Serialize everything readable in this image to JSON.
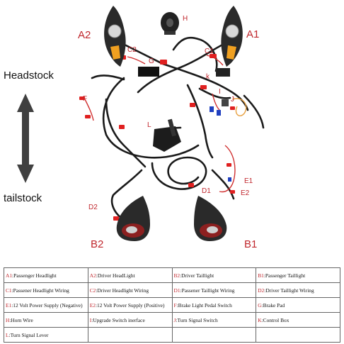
{
  "side_labels": {
    "top": "Headstock",
    "bottom": "tailstock"
  },
  "labels": {
    "A2": "A2",
    "A1": "A1",
    "H": "H",
    "C2": "C2",
    "C1": "C1",
    "G": "G",
    "F": "F",
    "k": "k",
    "I": "I",
    "J": "J",
    "L": "L",
    "E1": "E1",
    "E2": "E2",
    "D1": "D1",
    "D2": "D2",
    "B2": "B2",
    "B1": "B1"
  },
  "legend": [
    [
      {
        "code": "A1",
        "text": ":Passenger Headlight"
      },
      {
        "code": "A2",
        "text": ":Driver HeadLight"
      },
      {
        "code": "B2",
        "text": ":Driver Taillight"
      },
      {
        "code": "B1",
        "text": ":Passenger Taillight"
      }
    ],
    [
      {
        "code": "C1",
        "text": ":Passener Headlight Wiring"
      },
      {
        "code": "C2",
        "text": ":Driver Headlight Wiring"
      },
      {
        "code": "D1",
        "text": ":Passener Taillight Wiring"
      },
      {
        "code": "D2",
        "text": ":Driver Taillight Wiring"
      }
    ],
    [
      {
        "code": "E1",
        "text": ":12 Volt Power Supply (Negative)"
      },
      {
        "code": "E2",
        "text": ":12 Volt Power Supply (Positive)"
      },
      {
        "code": "F",
        "text": ":Brake Light Pedal Switch"
      },
      {
        "code": "G",
        "text": ":Brake Pad"
      }
    ],
    [
      {
        "code": "H",
        "text": ":Horn Wire"
      },
      {
        "code": "I",
        "text": ":Upgrade Switch inerface"
      },
      {
        "code": "J",
        "text": ":Turn Signal Switch"
      },
      {
        "code": "K",
        "text": ":Control Box"
      }
    ],
    [
      {
        "code": "L",
        "text": ":Turn Signal Lever"
      }
    ]
  ],
  "colors": {
    "label_red": "#c0272d",
    "wire_black": "#1a1a1a",
    "connector_red": "#e02020",
    "amber": "#f0a020"
  }
}
